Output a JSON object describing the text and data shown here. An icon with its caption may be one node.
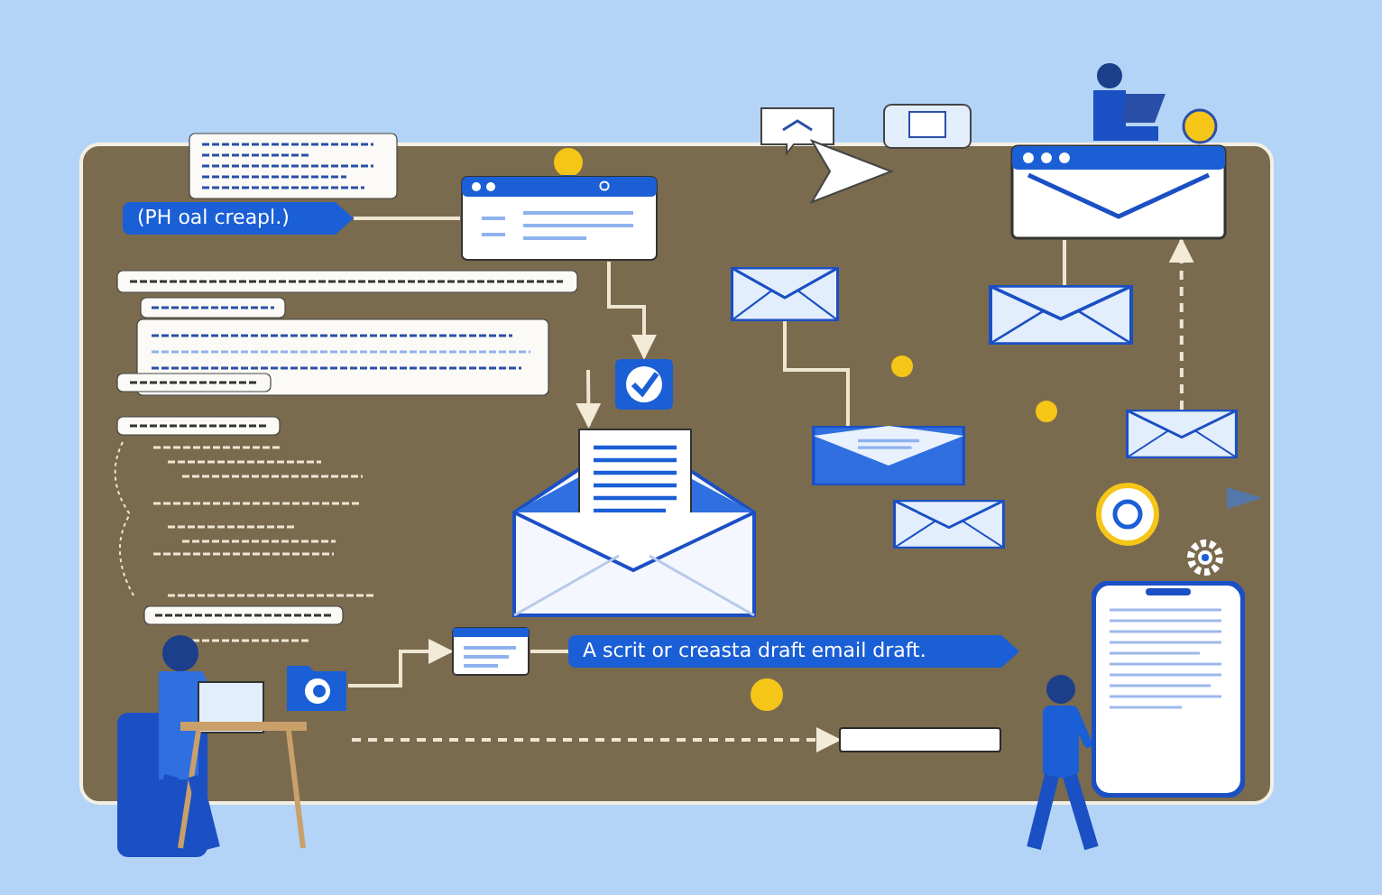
{
  "diagram": {
    "nodes": [
      {
        "text": [
          "(PH oal creapl.)"
        ]
      },
      {
        "text": [],
        "shape": "picture"
      },
      {
        "text": [],
        "shape": "picture"
      },
      {
        "text": [
          "A scrit or creasta draft email draft."
        ]
      },
      {
        "text": [],
        "shape": "picture"
      },
      {
        "text": [],
        "shape": "picture"
      },
      {
        "text": [],
        "shape": "picture"
      },
      {
        "text": [],
        "shape": "picture"
      },
      {
        "text": [],
        "shape": "picture"
      },
      {
        "text": [],
        "shape": "picture"
      },
      {
        "text": [],
        "shape": "picture"
      },
      {
        "text": [],
        "shape": "picture"
      },
      {
        "text": [],
        "shape": "picture"
      },
      {
        "text": [],
        "shape": "box"
      },
      {
        "text": [],
        "shape": "picture"
      }
    ],
    "edges": [
      {
        "from": 0,
        "to": 1,
        "arrow": "none"
      },
      {
        "from": 1,
        "to": 11,
        "arrow": "to"
      },
      {
        "from": null,
        "to": 2,
        "arrow": "to"
      },
      {
        "from": 14,
        "to": 4,
        "arrow": "to"
      },
      {
        "from": 4,
        "to": 3,
        "arrow": "none"
      },
      {
        "from": 6,
        "to": 8,
        "arrow": "none"
      },
      {
        "from": 10,
        "to": 6,
        "arrow": "to",
        "style": "dashed"
      },
      {
        "from": 7,
        "to": 9,
        "arrow": "none"
      },
      {
        "from": null,
        "to": 13,
        "arrow": "to",
        "style": "dashed"
      }
    ]
  }
}
